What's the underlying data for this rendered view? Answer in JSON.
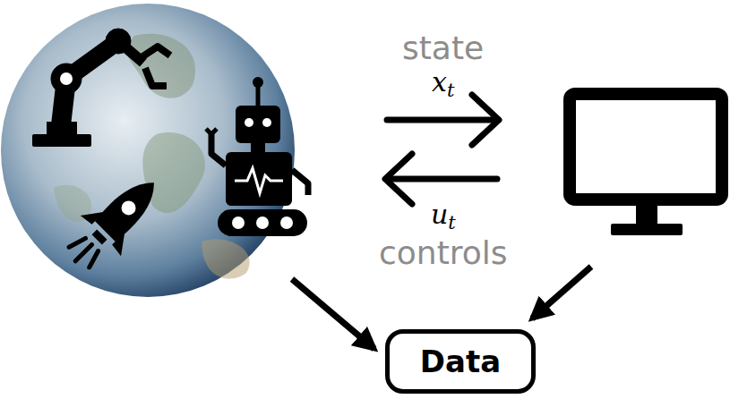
{
  "diagram": {
    "nodes": [
      {
        "text": [
          "Data"
        ]
      }
    ],
    "labels": [
      "state",
      "xt",
      "ut",
      "controls"
    ]
  }
}
